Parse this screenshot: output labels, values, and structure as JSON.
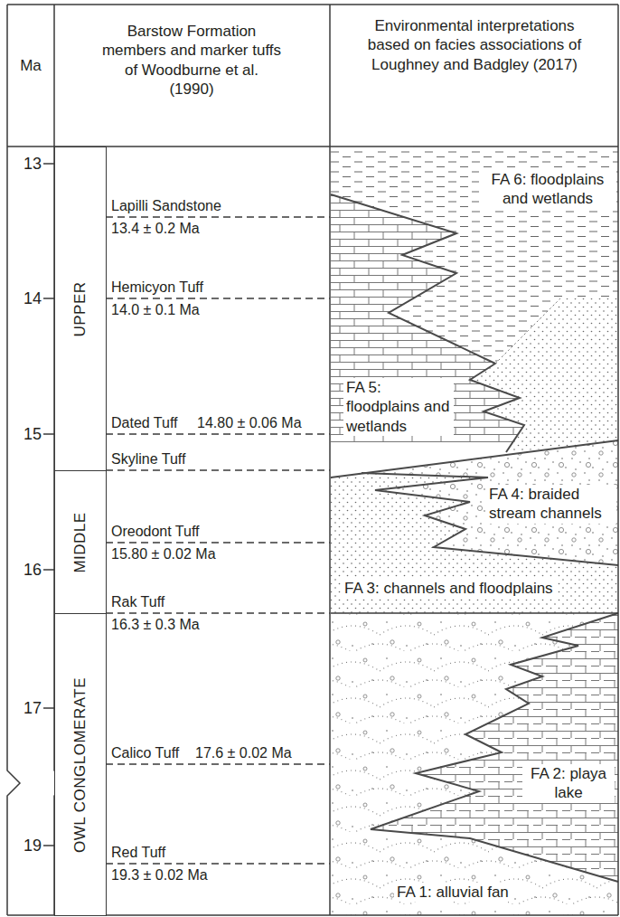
{
  "diagram": {
    "nodes": [
      {
        "text": [
          "UPPER"
        ]
      },
      {
        "text": [
          "MIDDLE"
        ]
      },
      {
        "text": [
          "OWL CONGLOMERATE"
        ]
      }
    ],
    "labels": [
      "Ma",
      "Barstow Formation members and marker tuffs of Woodburne et al. (1990)",
      "Environmental interpretations based on facies associations of Loughney and Badgley (2017)",
      "13",
      "14",
      "15",
      "16",
      "17",
      "19",
      "Lapilli Sandstone",
      "13.4 ± 0.2 Ma",
      "Hemicyon Tuff",
      "14.0 ± 0.1 Ma",
      "Dated Tuff",
      "14.80 ± 0.06 Ma",
      "Skyline Tuff",
      "Oreodont Tuff",
      "15.80 ± 0.02 Ma",
      "Rak Tuff",
      "16.3 ± 0.3 Ma",
      "Calico Tuff",
      "17.6 ± 0.02 Ma",
      "Red Tuff",
      "19.3 ± 0.02 Ma",
      "FA 6: floodplains and wetlands",
      "FA 5: floodplains and wetlands",
      "FA 4: braided stream channels",
      "FA 3: channels and floodplains",
      "FA 2: playa lake",
      "FA 1: alluvial fan"
    ]
  }
}
